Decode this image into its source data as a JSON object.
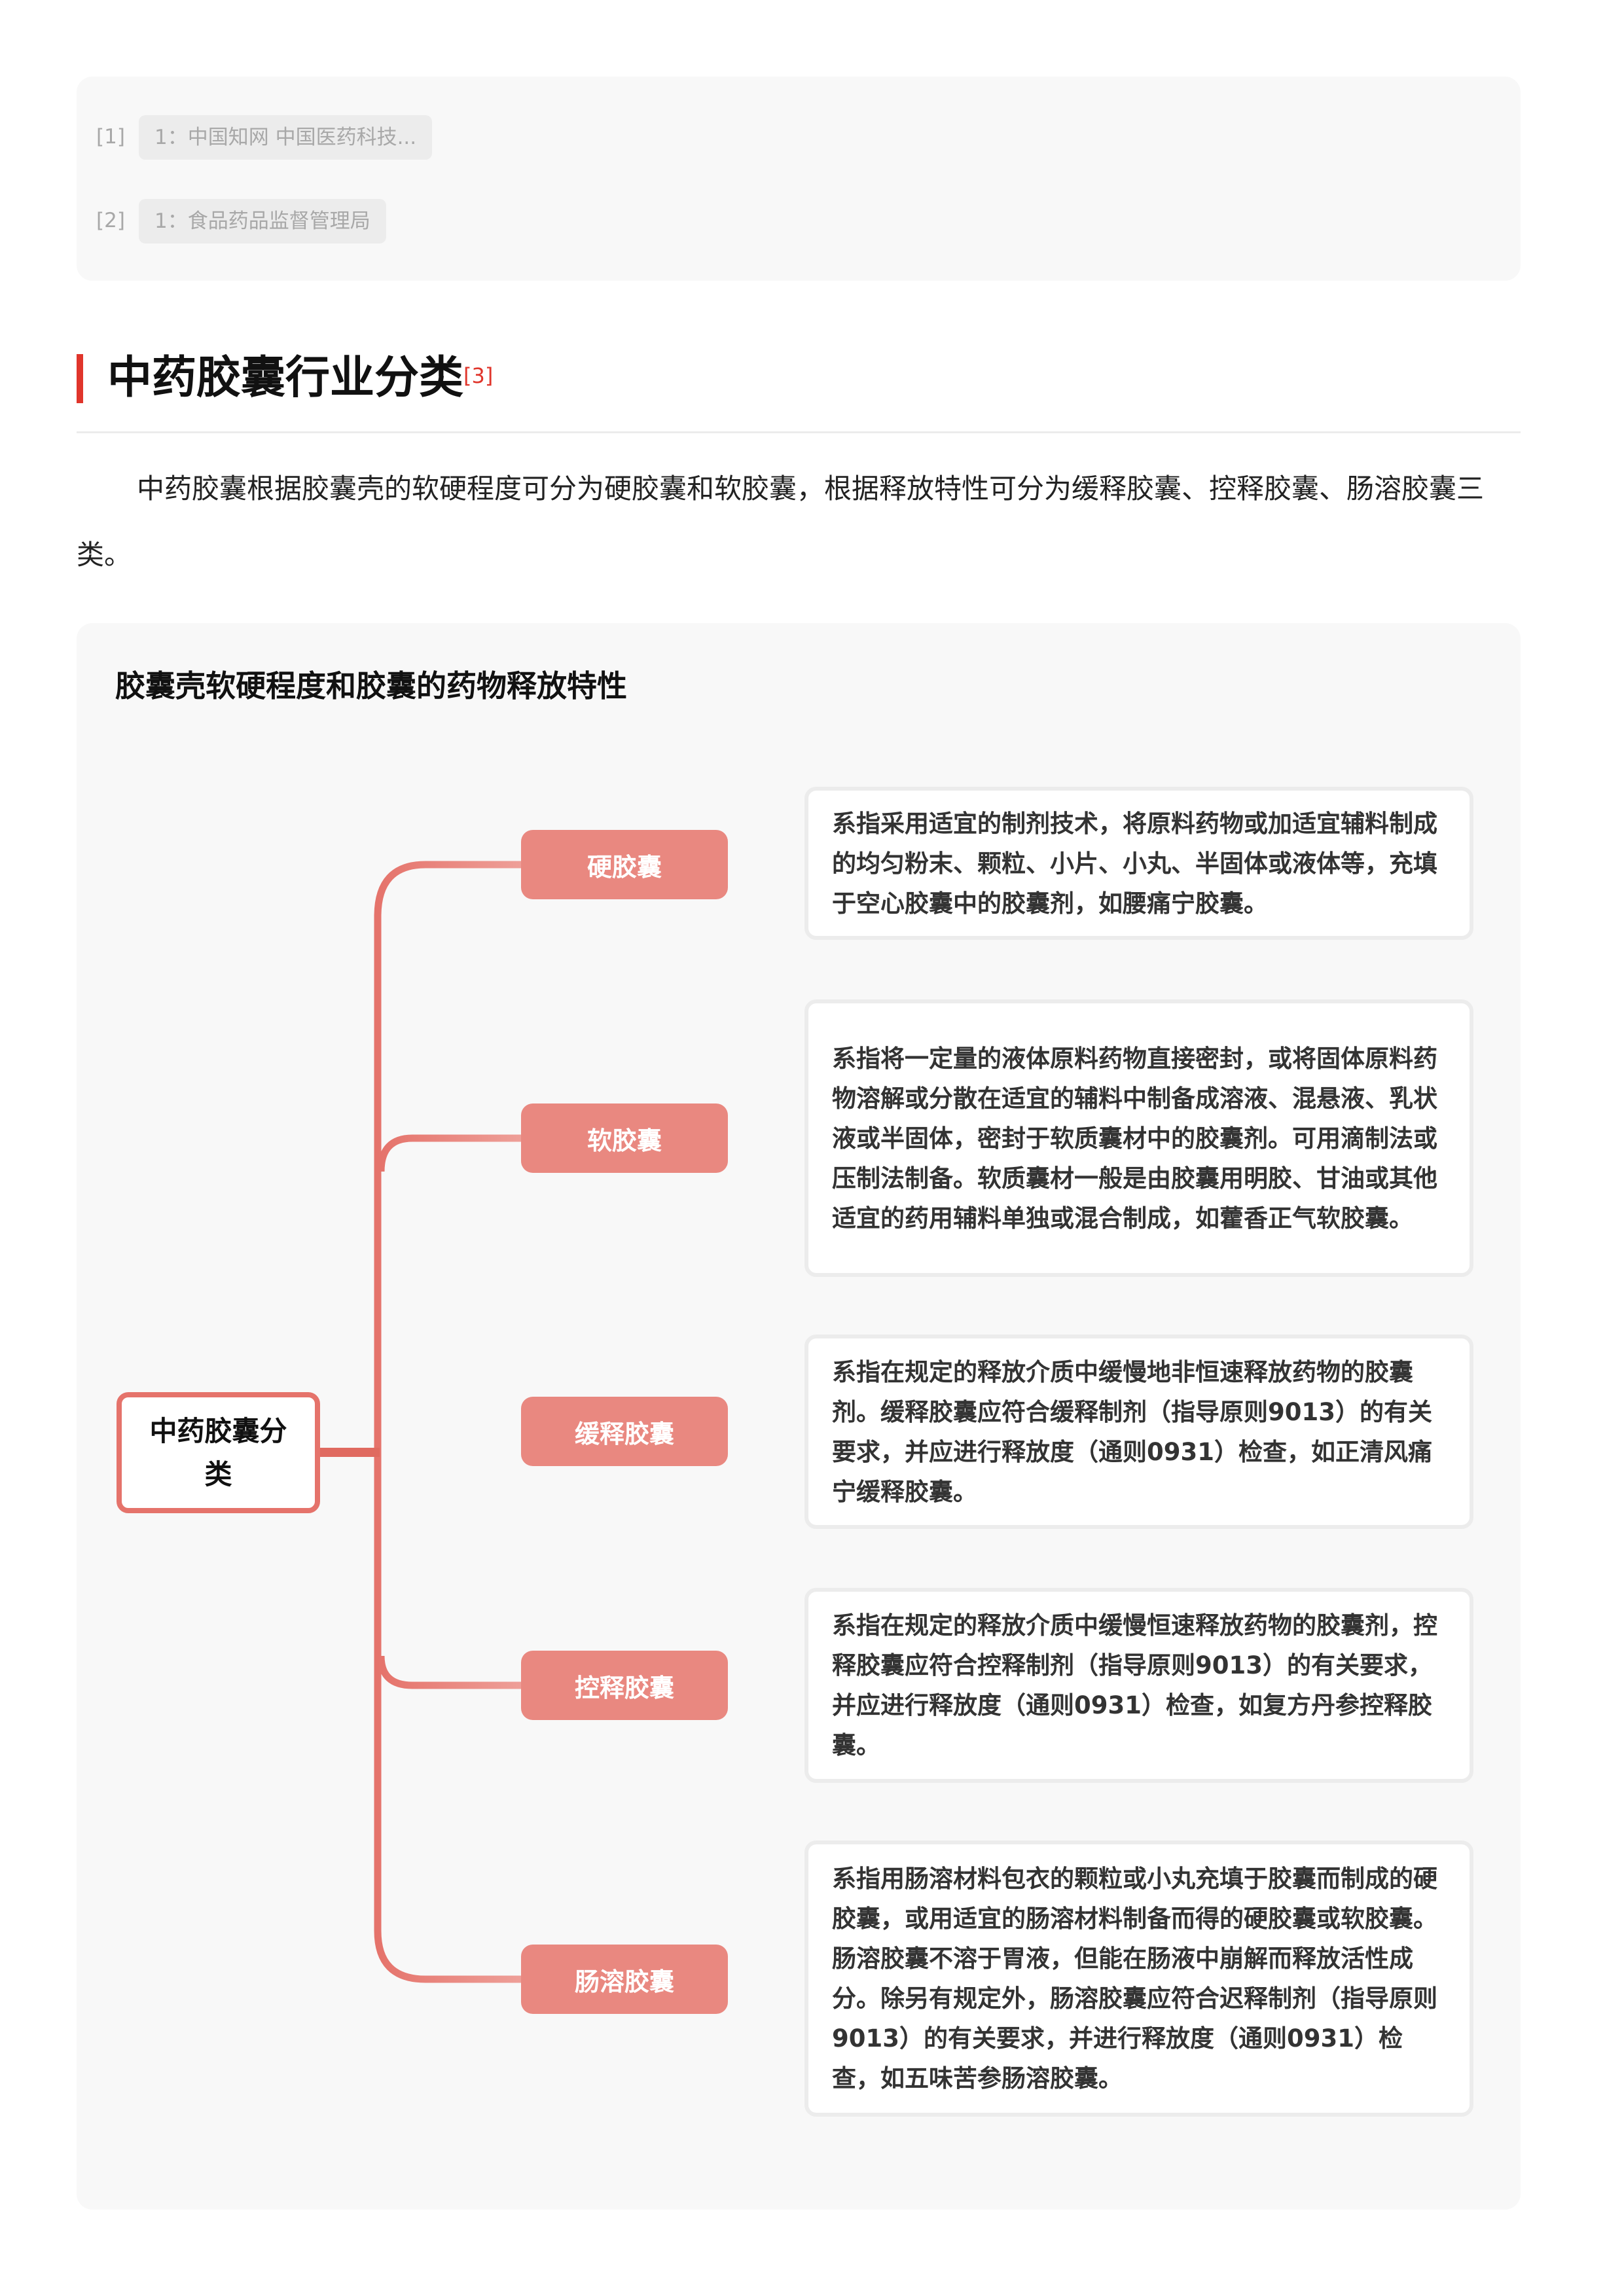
{
  "references": [
    {
      "num": "[1]",
      "text": "1：中国知网 中国医药科技..."
    },
    {
      "num": "[2]",
      "text": "1：食品药品监督管理局"
    }
  ],
  "section": {
    "title": "中药胶囊行业分类",
    "ref": "[3]"
  },
  "paragraph": "中药胶囊根据胶囊壳的软硬程度可分为硬胶囊和软胶囊，根据释放特性可分为缓释胶囊、控释胶囊、肠溶胶囊三类。",
  "diagram": {
    "title": "胶囊壳软硬程度和胶囊的药物释放特性",
    "root": "中药胶囊分类",
    "colors": {
      "accent": "#e5736b",
      "node": "#e98880"
    },
    "branches": [
      {
        "label": "硬胶囊",
        "desc": "系指采用适宜的制剂技术，将原料药物或加适宜辅料制成的均匀粉末、颗粒、小片、小丸、半固体或液体等，充填于空心胶囊中的胶囊剂，如腰痛宁胶囊。"
      },
      {
        "label": "软胶囊",
        "desc": "系指将一定量的液体原料药物直接密封，或将固体原料药物溶解或分散在适宜的辅料中制备成溶液、混悬液、乳状液或半固体，密封于软质囊材中的胶囊剂。可用滴制法或压制法制备。软质囊材一般是由胶囊用明胶、甘油或其他适宜的药用辅料单独或混合制成，如藿香正气软胶囊。"
      },
      {
        "label": "缓释胶囊",
        "desc": "系指在规定的释放介质中缓慢地非恒速释放药物的胶囊剂。缓释胶囊应符合缓释制剂（指导原则9013）的有关要求，并应进行释放度（通则0931）检查，如正清风痛宁缓释胶囊。"
      },
      {
        "label": "控释胶囊",
        "desc": "系指在规定的释放介质中缓慢恒速释放药物的胶囊剂，控释胶囊应符合控释制剂（指导原则9013）的有关要求，并应进行释放度（通则0931）检查，如复方丹参控释胶囊。"
      },
      {
        "label": "肠溶胶囊",
        "desc": "系指用肠溶材料包衣的颗粒或小丸充填于胶囊而制成的硬胶囊，或用适宜的肠溶材料制备而得的硬胶囊或软胶囊。肠溶胶囊不溶于胃液，但能在肠液中崩解而释放活性成分。除另有规定外，肠溶胶囊应符合迟释制剂（指导原则9013）的有关要求，并进行释放度（通则0931）检查，如五味苦参肠溶胶囊。"
      }
    ]
  }
}
